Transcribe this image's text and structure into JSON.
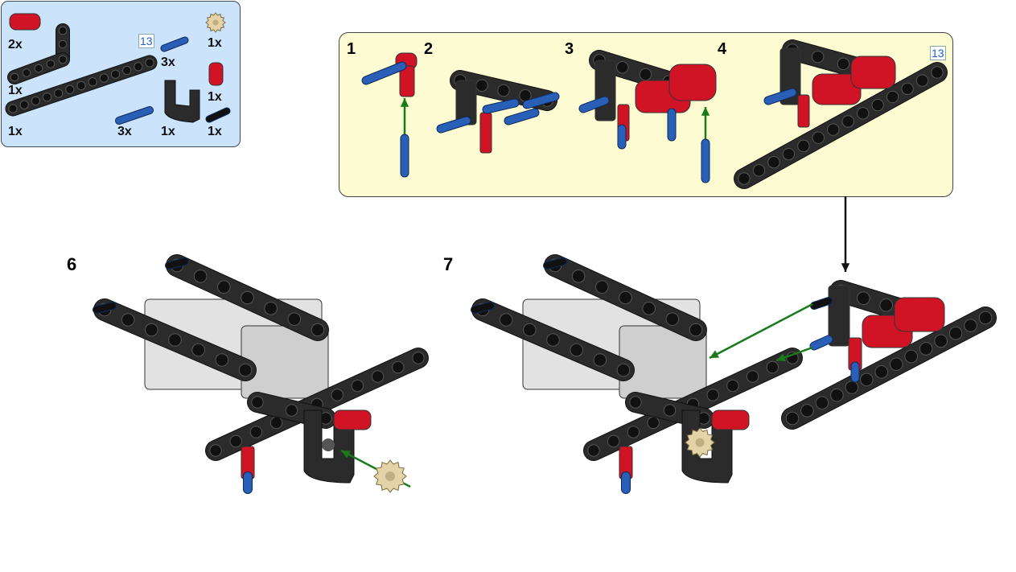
{
  "parts_list": {
    "page_ref": "13",
    "items": [
      {
        "part": "red-connector",
        "qty": "2x"
      },
      {
        "part": "black-l-beam",
        "qty": "1x"
      },
      {
        "part": "black-long-beam",
        "qty": "1x"
      },
      {
        "part": "blue-short-pin",
        "qty": "3x"
      },
      {
        "part": "blue-long-pin",
        "qty": "3x"
      },
      {
        "part": "black-u-bracket",
        "qty": "1x"
      },
      {
        "part": "tan-gear",
        "qty": "1x"
      },
      {
        "part": "red-axle-joiner",
        "qty": "1x"
      },
      {
        "part": "black-pin",
        "qty": "1x"
      }
    ]
  },
  "sub_assembly": {
    "steps": [
      "1",
      "2",
      "3",
      "4"
    ],
    "page_ref": "13"
  },
  "main_steps": [
    "6",
    "7"
  ],
  "colors": {
    "parts_bg": "#cce4fb",
    "sub_bg": "#fdfbd2",
    "beam": "#2b2b2b",
    "red": "#d01426",
    "blue": "#2a5fb8",
    "arrow": "#1a7a1a",
    "tan": "#e4d3a6"
  }
}
